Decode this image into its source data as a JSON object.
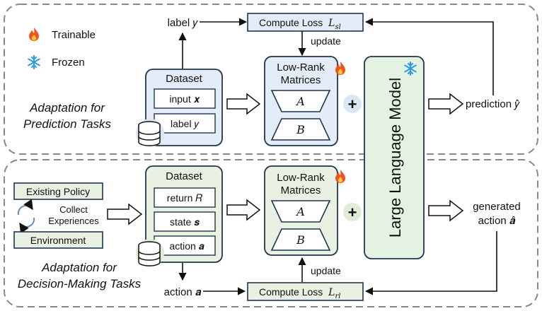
{
  "legend": {
    "trainable": "Trainable",
    "frozen": "Frozen"
  },
  "top": {
    "title_line1": "Adaptation for",
    "title_line2": "Prediction Tasks",
    "label_y": "label 𝑦",
    "compute_loss": "Compute Loss",
    "loss_symbol": "𝐿",
    "loss_sub": "sl",
    "update": "update",
    "dataset": {
      "title": "Dataset",
      "row1": "input 𝒙",
      "row2": "label 𝑦"
    },
    "lowrank": {
      "line1": "Low-Rank",
      "line2": "Matrices",
      "a": "𝐴",
      "b": "𝐵"
    },
    "plus": "+",
    "prediction": "prediction 𝑦̂"
  },
  "bottom": {
    "title_line1": "Adaptation for",
    "title_line2": "Decision-Making Tasks",
    "existing_policy": "Existing Policy",
    "collect_line1": "Collect",
    "collect_line2": "Experiences",
    "environment": "Environment",
    "dataset": {
      "title": "Dataset",
      "row1": "return 𝑅",
      "row2": "state 𝒔",
      "row3": "action 𝒂"
    },
    "lowrank": {
      "line1": "Low-Rank",
      "line2": "Matrices",
      "a": "𝐴",
      "b": "𝐵"
    },
    "plus": "+",
    "update": "update",
    "compute_loss": "Compute Loss",
    "loss_symbol": "𝐿",
    "loss_sub": "rl",
    "action_a": "action 𝒂",
    "generated_line1": "generated",
    "generated_line2": "action 𝒂̂"
  },
  "llm": {
    "label": "Large Language Model"
  },
  "colors": {
    "top_box_fill": "#e3ecf7",
    "bottom_box_fill": "#e8f1e2",
    "llm_fill": "#e3f2e1",
    "stroke": "#1f3550"
  }
}
